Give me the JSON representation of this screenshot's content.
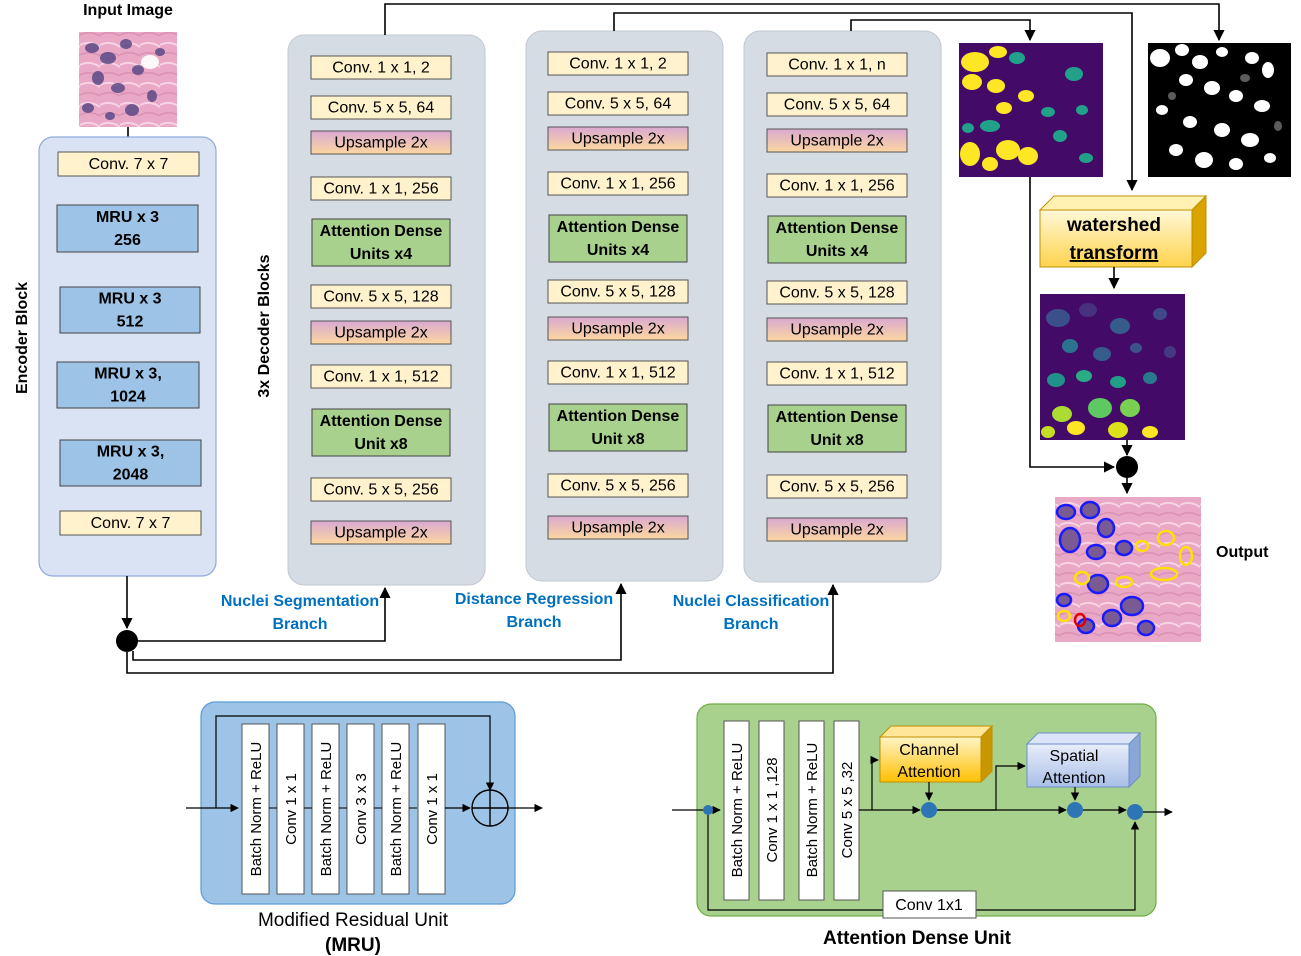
{
  "input_title": "Input Image",
  "output_label": "Output",
  "encoder": {
    "side_label": "Encoder Block",
    "layers": [
      "Conv. 7 x 7",
      "MRU x 3|256",
      "MRU x 3|512",
      "MRU x 3,|1024",
      "MRU x 3,|2048",
      "Conv. 7 x 7"
    ]
  },
  "decoder_side_label": "3x Decoder Blocks",
  "decoders": [
    {
      "branch_name": "Nuclei Segmentation|Branch",
      "layers": [
        "Conv. 1 x 1, 2",
        "Conv. 5 x 5, 64",
        "Upsample 2x",
        "Conv. 1 x 1, 256",
        "Attention Dense|Units x4",
        "Conv. 5 x 5, 128",
        "Upsample 2x",
        "Conv. 1 x 1, 512",
        "Attention Dense|Unit x8",
        "Conv. 5 x 5, 256",
        "Upsample 2x"
      ]
    },
    {
      "branch_name": "Distance Regression|Branch",
      "layers": [
        "Conv. 1 x 1, 2",
        "Conv. 5 x 5, 64",
        "Upsample 2x",
        "Conv. 1 x 1, 256",
        "Attention Dense|Units x4",
        "Conv. 5 x 5, 128",
        "Upsample 2x",
        "Conv. 1 x 1, 512",
        "Attention Dense|Unit x8",
        "Conv. 5 x 5, 256",
        "Upsample 2x"
      ]
    },
    {
      "branch_name": "Nuclei Classification|Branch",
      "layers": [
        "Conv. 1 x 1, n",
        "Conv. 5 x 5, 64",
        "Upsample 2x",
        "Conv. 1 x 1, 256",
        "Attention Dense|Units x4",
        "Conv. 5 x 5, 128",
        "Upsample 2x",
        "Conv. 1 x 1, 512",
        "Attention Dense|Unit x8",
        "Conv. 5 x 5, 256",
        "Upsample 2x"
      ]
    }
  ],
  "watershed": {
    "line1": "watershed",
    "line2": "transform"
  },
  "mru_unit": {
    "title": "Modified Residual Unit",
    "subtitle": "(MRU)",
    "layers": [
      "Batch Norm + ReLU",
      "Conv 1 x 1",
      "Batch Norm + ReLU",
      "Conv 3 x 3",
      "Batch Norm + ReLU",
      "Conv 1 x 1"
    ]
  },
  "adu_unit": {
    "title": "Attention Dense Unit",
    "layers": [
      "Batch Norm + ReLU",
      "Conv 1 x 1 ,128",
      "Batch Norm + ReLU",
      "Conv 5 x 5 ,32"
    ],
    "channel_attention": "Channel|Attention",
    "spatial_attention": "Spatial|Attention",
    "skip_conv": "Conv 1x1"
  },
  "colors": {
    "conv": "#fff2cc",
    "attention_dense": "#a9d18e",
    "mru": "#9dc3e6",
    "decoder_panel": "#d6dce4",
    "mru_panel": "#9dc3e6",
    "adu_panel": "#a9d18e",
    "upsample_top": "#d9a9d0",
    "upsample_bottom": "#fcd7a0",
    "branch_text": "#0070c0"
  }
}
